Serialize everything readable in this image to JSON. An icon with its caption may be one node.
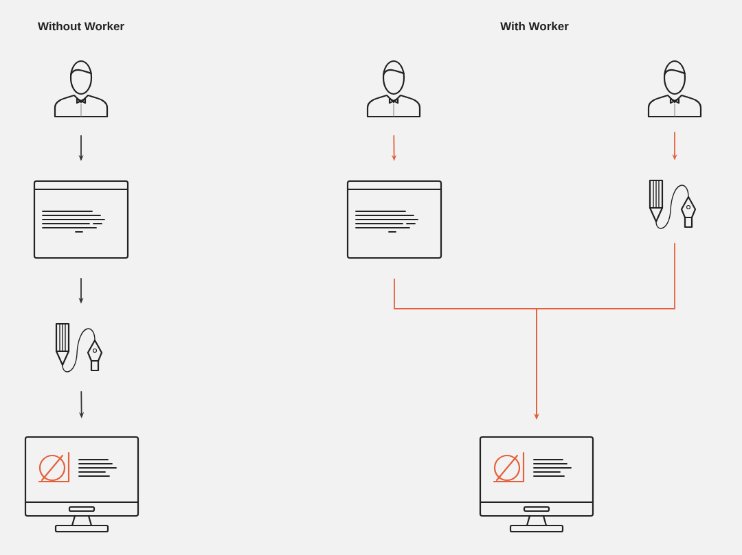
{
  "diagram": {
    "nodes": [
      {
        "text": [],
        "shape": "person"
      },
      {
        "text": [],
        "shape": "window"
      },
      {
        "text": [],
        "shape": "picture"
      },
      {
        "text": [],
        "shape": "monitor"
      },
      {
        "text": [],
        "shape": "person"
      },
      {
        "text": [],
        "shape": "window"
      },
      {
        "text": [],
        "shape": "person"
      },
      {
        "text": [],
        "shape": "picture"
      },
      {
        "text": [],
        "shape": "monitor"
      }
    ],
    "edges": [
      {
        "from": 0,
        "to": 1,
        "arrow": "to",
        "color": "#333333"
      },
      {
        "from": 1,
        "to": 2,
        "arrow": "to",
        "color": "#333333"
      },
      {
        "from": 2,
        "to": 3,
        "arrow": "to",
        "color": "#333333"
      },
      {
        "from": 4,
        "to": 5,
        "arrow": "to"
      },
      {
        "from": 6,
        "to": 7,
        "arrow": "to"
      },
      {
        "from": 5,
        "to": 8,
        "arrow": "to"
      },
      {
        "from": 7,
        "to": 8,
        "arrow": "to"
      }
    ],
    "labels": [
      "Without Worker",
      "With Worker"
    ]
  }
}
